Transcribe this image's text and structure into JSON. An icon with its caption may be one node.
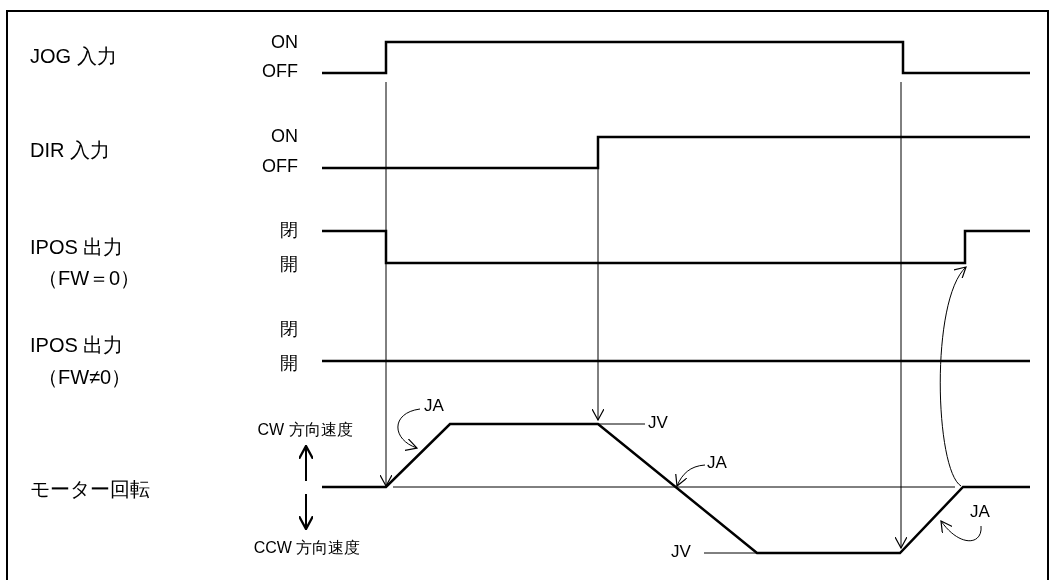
{
  "diagram": {
    "nodes": [
      {
        "text": [
          "JA"
        ]
      },
      {
        "text": [
          "JV"
        ]
      },
      {
        "text": [
          "JA"
        ]
      },
      {
        "text": [
          "JA"
        ]
      },
      {
        "text": [
          "JV"
        ]
      }
    ],
    "edges": [
      {
        "from": 0,
        "to": null,
        "arrow": "to"
      },
      {
        "from": 1,
        "to": null,
        "arrow": "none"
      },
      {
        "from": 2,
        "to": null,
        "arrow": "to"
      },
      {
        "from": 3,
        "to": null,
        "arrow": "to"
      },
      {
        "from": 4,
        "to": null,
        "arrow": "none"
      }
    ],
    "labels": [
      "JOG 入力",
      "ON",
      "OFF",
      "DIR 入力",
      "ON",
      "OFF",
      "IPOS 出力",
      "（FW＝0）",
      "閉",
      "開",
      "IPOS 出力",
      "（FW≠0）",
      "閉",
      "開",
      "CW 方向速度",
      "モーター回転",
      "CCW 方向速度"
    ]
  }
}
